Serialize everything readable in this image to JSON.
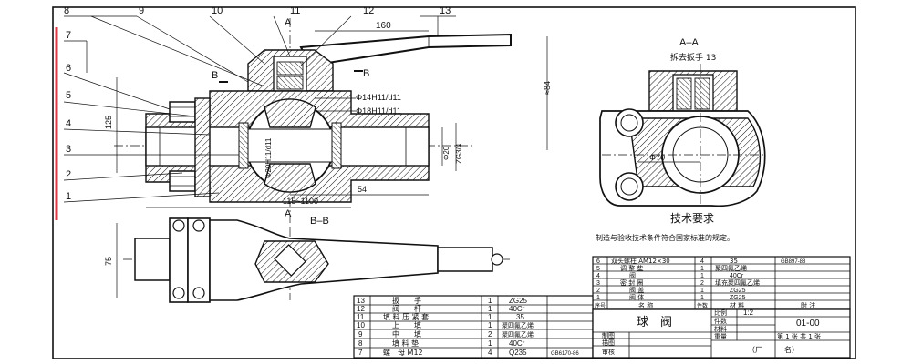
{
  "balloons": [
    "8",
    "9",
    "10",
    "11",
    "12",
    "13",
    "7",
    "6",
    "5",
    "4",
    "3",
    "2",
    "1"
  ],
  "section_labels": {
    "front_A_top": "A",
    "front_A_bottom": "A",
    "B_left": "B",
    "B_right": "B",
    "view_BB": "B–B",
    "view_AA": "A–A",
    "aa_note": "拆去扳手 13"
  },
  "dimensions": {
    "handle_len": "160",
    "height": "≈84",
    "fit1": "Φ14H11/d11",
    "fit2": "Φ18H11/d11",
    "stem_fit": "Φ20H11/d11",
    "left_h": "125",
    "od20": "Φ20",
    "pipe": "ZG3/4",
    "span": "115~1100",
    "len54": "54",
    "bb_h": "75",
    "phi70": "Φ70"
  },
  "notes": {
    "title": "技术要求",
    "body": "制造与验收技术条件符合国家标准的规定。"
  },
  "parts_list": [
    {
      "no": "13",
      "name": "扳　　手",
      "qty": "1",
      "material": "ZG25",
      "remark": ""
    },
    {
      "no": "12",
      "name": "阀　　杆",
      "qty": "1",
      "material": "40Cr",
      "remark": ""
    },
    {
      "no": "11",
      "name": "填 料 压 紧 套",
      "qty": "1",
      "material": "35",
      "remark": ""
    },
    {
      "no": "10",
      "name": "上　　填",
      "qty": "1",
      "material": "聚四氟乙烯",
      "remark": ""
    },
    {
      "no": "9",
      "name": "中　　填",
      "qty": "2",
      "material": "聚四氟乙烯",
      "remark": ""
    },
    {
      "no": "8",
      "name": "填 料 垫",
      "qty": "1",
      "material": "40Cr",
      "remark": ""
    },
    {
      "no": "7",
      "name": "螺　母 M12",
      "qty": "4",
      "material": "Q235",
      "remark": "GB6170-86"
    }
  ],
  "parts_list_right": [
    {
      "no": "6",
      "name": "双头螺柱 AM12×30",
      "qty": "4",
      "material": "35",
      "remark": "GB897-88"
    },
    {
      "no": "5",
      "name": "调 整 垫",
      "qty": "1",
      "material": "聚四氟乙烯",
      "remark": ""
    },
    {
      "no": "4",
      "name": "阀",
      "qty": "1",
      "material": "40Cr",
      "remark": ""
    },
    {
      "no": "3",
      "name": "密 封 圈",
      "qty": "2",
      "material": "填充聚四氟乙烯",
      "remark": ""
    },
    {
      "no": "2",
      "name": "阀 盖",
      "qty": "1",
      "material": "ZG25",
      "remark": ""
    },
    {
      "no": "1",
      "name": "阀 体",
      "qty": "1",
      "material": "ZG25",
      "remark": ""
    }
  ],
  "header_row": [
    "序号",
    "名 称",
    "件数",
    "材 料",
    "附 注"
  ],
  "title_block": {
    "name": "球　阀",
    "scale_label": "比例",
    "scale": "1:2",
    "qty_label": "件数",
    "material_label": "材料",
    "weight_label": "重量",
    "drawing_no": "01-00",
    "sheet": "第 1 张 共 1 张",
    "draw_label": "制图",
    "check_label": "描图",
    "approve_label": "审核",
    "factory": "（厂　　　名）"
  },
  "colors": {
    "line": "#111111",
    "margin_mark": "#e03a4a",
    "background": "#ffffff"
  }
}
